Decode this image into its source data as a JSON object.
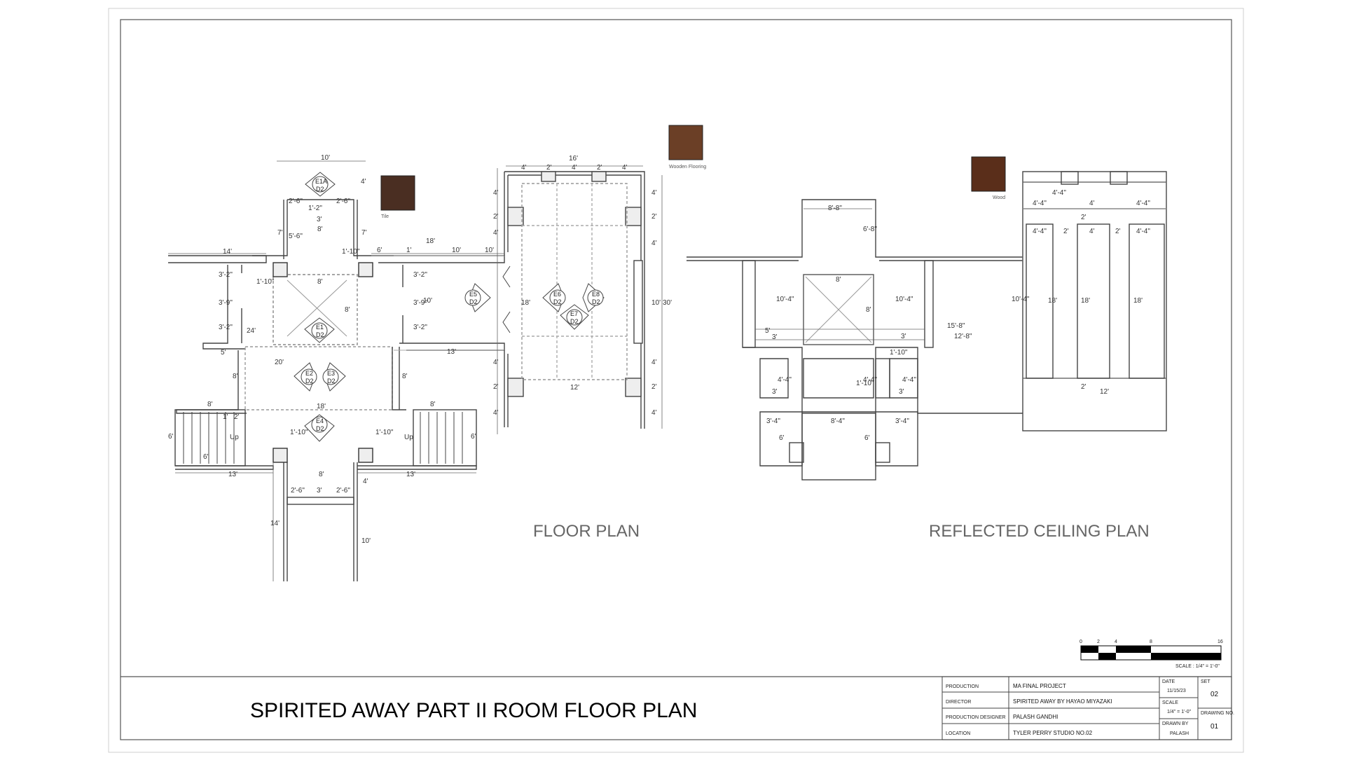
{
  "sheet_title": "SPIRITED AWAY PART II ROOM FLOOR PLAN",
  "floor_plan": {
    "title": "FLOOR PLAN",
    "dims": {
      "top_width": "10'",
      "upper_left": "2'-6\"",
      "upper_right": "2'-6\"",
      "upper_mid": "3'",
      "upper_8": "8'",
      "upper_7a": "7'",
      "upper_7b": "7'",
      "upper_5_6": "5'-6\"",
      "upper_1_2": "1'-2\"",
      "upper_4": "4'",
      "left_14": "14'",
      "left_1_10": "1'-10\"",
      "mid_1_10": "1'-10\"",
      "left_3_2a": "3'-2\"",
      "left_3_9": "3'-9\"",
      "left_3_2b": "3'-2\"",
      "left_24": "24'",
      "left_5": "5'",
      "left_8": "8'",
      "left_8b": "8'",
      "center_8": "8'",
      "center_8v": "8'",
      "center_20": "20'",
      "center_18": "18'",
      "stair_1": "1'",
      "stair_2": "2'",
      "bot_1_10a": "1'-10\"",
      "bot_1_10b": "1'-10\"",
      "stair_6a": "6'",
      "stair_6b": "6'",
      "stair_6c": "6'",
      "bot_13a": "13'",
      "bot_13b": "13'",
      "bot_8": "8'",
      "bot_4": "4'",
      "bot_2_6a": "2'-6\"",
      "bot_3": "3'",
      "bot_2_6b": "2'-6\"",
      "bot_14": "14'",
      "bot_10": "10'",
      "corr_6": "6'",
      "corr_1": "1'",
      "corr_10": "10'",
      "corr_18": "18'",
      "corr_10b": "10'",
      "r_3_2a": "3'-2\"",
      "r_3_9": "3'-9\"",
      "r_3_2b": "3'-2\"",
      "r_10": "10'",
      "r_8": "8'",
      "r_13": "13'",
      "hall_16": "16'",
      "hall_4a": "4'",
      "hall_2a": "2'",
      "hall_4b": "4'",
      "hall_2b": "2'",
      "hall_4c": "4'",
      "hall_18": "18'",
      "hall_12": "12'",
      "hall_10": "10'",
      "hall_30": "30'",
      "hall_l4a": "4'",
      "hall_l2a": "2'",
      "hall_l4b": "4'",
      "hall_l4c": "4'",
      "hall_l2b": "2'",
      "hall_l4d": "4'",
      "hall_r4a": "4'",
      "hall_r2a": "2'",
      "hall_r4b": "4'",
      "hall_r4c": "4'",
      "hall_r2b": "2'",
      "hall_r4d": "4'",
      "stair_up_l": "Up",
      "stair_up_r": "Up"
    },
    "tags": [
      {
        "id": "E1A",
        "sheet": "D2"
      },
      {
        "id": "E1",
        "sheet": "D2"
      },
      {
        "id": "E2",
        "sheet": "D2"
      },
      {
        "id": "E3",
        "sheet": "D2"
      },
      {
        "id": "E4",
        "sheet": "D2"
      },
      {
        "id": "E5",
        "sheet": "D2"
      },
      {
        "id": "E6",
        "sheet": "D2"
      },
      {
        "id": "E7",
        "sheet": "D2"
      },
      {
        "id": "E8",
        "sheet": "D2"
      }
    ]
  },
  "ceiling_plan": {
    "title": "REFLECTED CEILING PLAN",
    "dims": {
      "top_8_8": "8'-8\"",
      "top_6_8": "6'-8\"",
      "ctr_8": "8'",
      "ctr_8v": "8'",
      "l_10_4": "10'-4\"",
      "l_5": "5'",
      "l_3": "3'",
      "m_10_4": "10'-4\"",
      "m_3": "3'",
      "m_1_10": "1'-10\"",
      "c_15_8": "15'-8\"",
      "c_12_8": "12'-8\"",
      "c_10_4": "10'-4\"",
      "b_4_4a": "4'-4\"",
      "b_3a": "3'",
      "b_1_10": "1'-10\"",
      "b_4_4b": "4'-4\"",
      "b_4_4c": "4'-4\"",
      "b_3b": "3'",
      "b_3_4a": "3'-4\"",
      "b_8_4": "8'-4\"",
      "b_3_4b": "3'-4\"",
      "b_6a": "6'",
      "b_6b": "6'",
      "h_4_4a": "4'-4\"",
      "h_4": "4'",
      "h_4_4b": "4'-4\"",
      "h_4_4v": "4'-4\"",
      "h_2a": "2'",
      "h_4_4c": "4'-4\"",
      "h_2b": "2'",
      "h_4b": "4'",
      "h_2c": "2'",
      "h_4_4d": "4'-4\"",
      "h_18a": "18'",
      "h_18b": "18'",
      "h_18c": "18'",
      "h_2d": "2'",
      "h_12": "12'"
    }
  },
  "materials": [
    {
      "label": "Tile",
      "color": "#4a2e22"
    },
    {
      "label": "Wooden Flooring",
      "color": "#6b3f26"
    },
    {
      "label": "Wood",
      "color": "#5a2e1a"
    }
  ],
  "scale_bar": {
    "ticks": [
      "0",
      "2",
      "4",
      "8",
      "16"
    ],
    "label": "SCALE : 1/4\" = 1'-0\""
  },
  "title_block": {
    "production_label": "PRODUCTION",
    "production": "MA FINAL PROJECT",
    "director_label": "DIRECTOR",
    "director": "SPIRITED AWAY BY HAYAO MIYAZAKI",
    "designer_label": "PRODUCTION DESIGNER",
    "designer": "PALASH GANDHI",
    "location_label": "LOCATION",
    "location": "TYLER PERRY STUDIO NO.02",
    "date_label": "DATE",
    "date": "11/15/23",
    "scale_label": "SCALE",
    "scale": "1/4\" = 1'-0\"",
    "drawn_label": "DRAWN BY",
    "drawn": "PALASH",
    "set_label": "SET",
    "set": "02",
    "drawing_label": "DRAWING NO.",
    "drawing": "01"
  }
}
